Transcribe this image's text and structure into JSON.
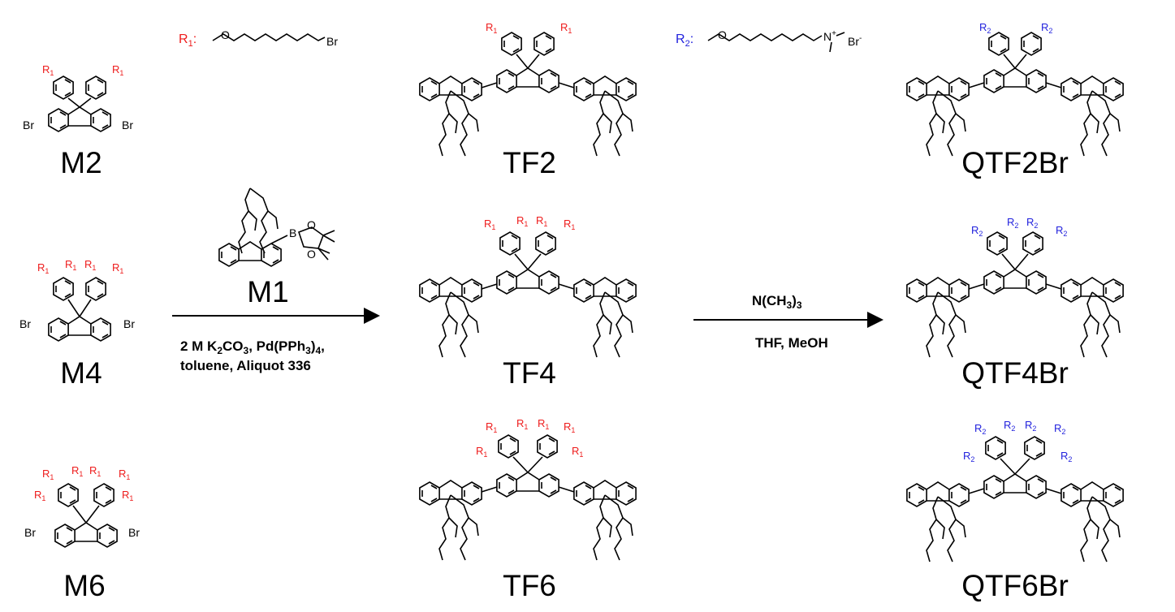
{
  "substituents": {
    "r1": {
      "label": "R",
      "sub": "1",
      "colon": ":",
      "terminal": "Br",
      "link": "O"
    },
    "r2": {
      "label": "R",
      "sub": "2",
      "colon": ":",
      "terminal": "Br",
      "terminal_sup": "-",
      "link": "O",
      "n_atom": "N",
      "n_sup": "+"
    }
  },
  "monomers": [
    {
      "id": "m2",
      "label": "M2"
    },
    {
      "id": "m4",
      "label": "M4"
    },
    {
      "id": "m6",
      "label": "M6"
    }
  ],
  "reagent": {
    "label": "M1",
    "boron": "B",
    "oxygen": "O"
  },
  "halogen": "Br",
  "step1": {
    "line1": {
      "pre": "2 M K",
      "s1": "2",
      "mid": "CO",
      "s2": "3",
      "mid2": ", Pd(PPh",
      "s3": "3",
      "post": ")",
      "s4": "4",
      "end": ","
    },
    "line2": "toluene, Aliquot 336"
  },
  "step2": {
    "above": {
      "pre": "N(CH",
      "sub": "3",
      "post": ")",
      "sub2": "3"
    },
    "below": "THF, MeOH"
  },
  "intermediates": [
    {
      "id": "tf2",
      "label": "TF2"
    },
    {
      "id": "tf4",
      "label": "TF4"
    },
    {
      "id": "tf6",
      "label": "TF6"
    }
  ],
  "products": [
    {
      "id": "qtf2br",
      "label": "QTF2Br"
    },
    {
      "id": "qtf4br",
      "label": "QTF4Br"
    },
    {
      "id": "qtf6br",
      "label": "QTF6Br"
    }
  ]
}
